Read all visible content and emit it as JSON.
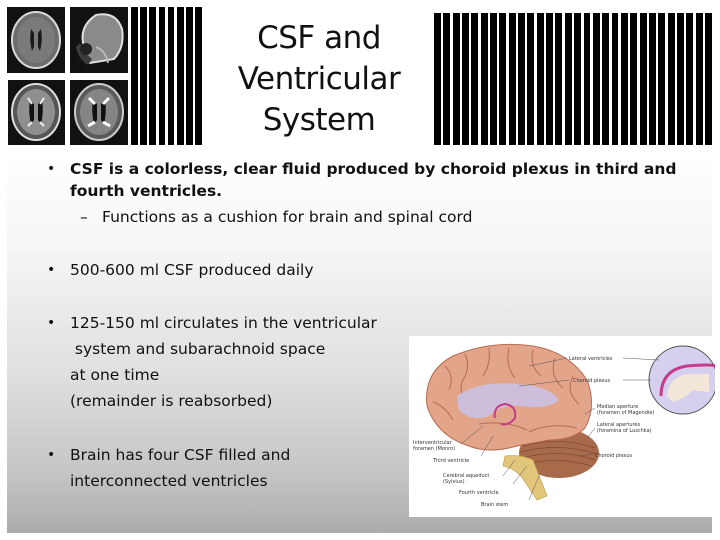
{
  "slide": {
    "title_lines": [
      "CSF and",
      "Ventricular",
      "System"
    ],
    "background_color": "#ffffff",
    "panel_gradient": [
      "#ffffff",
      "#acacac"
    ]
  },
  "header_images": {
    "mri_scans": [
      {
        "name": "mri-axial-1",
        "view": "axial"
      },
      {
        "name": "mri-sagittal",
        "view": "sagittal"
      },
      {
        "name": "mri-axial-2",
        "view": "axial"
      },
      {
        "name": "mri-axial-3",
        "view": "axial"
      }
    ],
    "left_barcode_bars": 8,
    "right_barcode_bars": 30
  },
  "bullets": [
    {
      "text": "CSF is a colorless, clear fluid produced by choroid plexus in third and",
      "cont": "fourth ventricles.",
      "bold": true,
      "sub": [
        "Functions as a cushion for brain and spinal cord"
      ]
    },
    {
      "text": "500-600 ml CSF produced daily"
    },
    {
      "text": "125-150 ml circulates in the ventricular",
      "lines": [
        " system and subarachnoid space",
        "at one time",
        "(remainder is reabsorbed)"
      ]
    },
    {
      "text": "Brain has four CSF filled and",
      "lines": [
        "interconnected ventricles"
      ]
    }
  ],
  "bullet_glyph": "•",
  "dash_glyph": "–",
  "brain_figure": {
    "labels": {
      "lateral_ventricles": "Lateral ventricles",
      "choroid_plexus_top": "Choroid plexus",
      "median_aperture": "Median aperture",
      "median_aperture_sub": "(foramen of Magendie)",
      "lateral_apertures": "Lateral apertures",
      "lateral_apertures_sub": "(foramina of Luschka)",
      "choroid_plexus_bottom": "Choroid plexus",
      "interventricular": "Interventricular",
      "interventricular_sub": "foramen (Monro)",
      "third_ventricle": "Third ventricle",
      "cerebral_aqueduct": "Cerebral aqueduct",
      "cerebral_aqueduct_sub": "(Sylvius)",
      "fourth_ventricle": "Fourth ventricle",
      "brain_stem": "Brain stem"
    },
    "colors": {
      "cortex": "#e3a58a",
      "cortex_shadow": "#b86a50",
      "ventricle": "#c9c3ea",
      "choroid": "#c43c8a",
      "cerebellum": "#a76a4a",
      "brainstem": "#e2c67a"
    }
  }
}
